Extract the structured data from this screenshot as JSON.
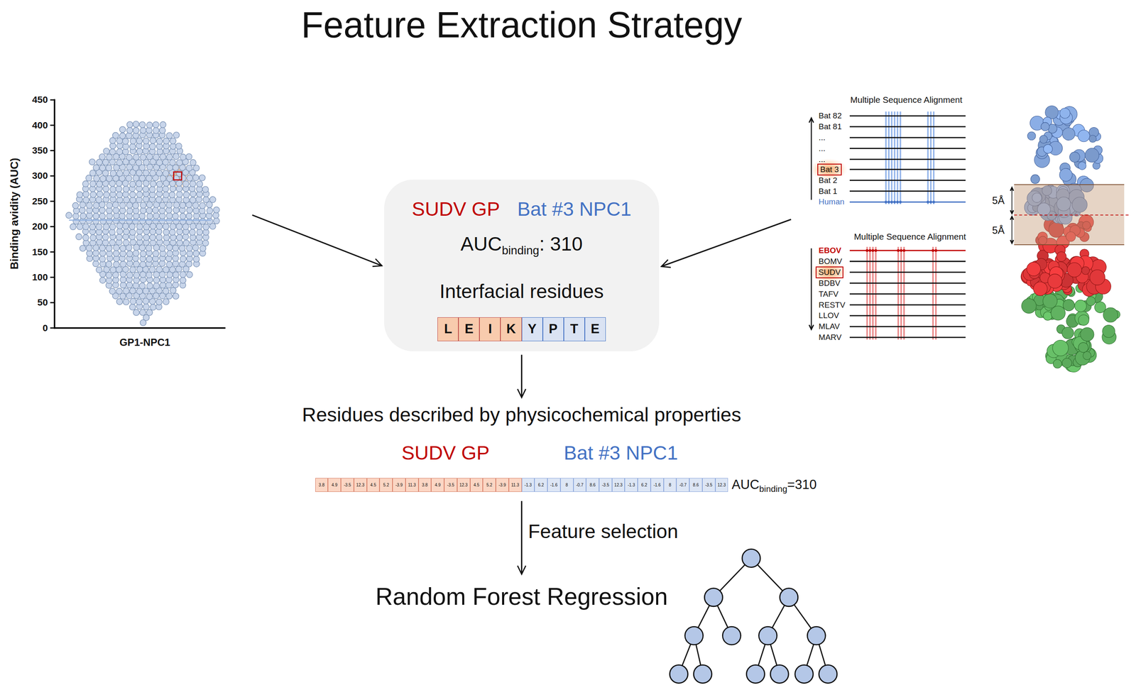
{
  "diagram": {
    "title": "Feature Extraction Strategy",
    "nodes": [
      {
        "text": [
          "SUDV GP",
          "Bat #3 NPC1",
          "AUC",
          "binding",
          ": 310",
          "Interfacial residues"
        ]
      },
      {
        "text": [
          "L"
        ],
        "in": 0
      },
      {
        "text": [
          "E"
        ],
        "in": 0
      },
      {
        "text": [
          "I"
        ],
        "in": 0
      },
      {
        "text": [
          "K"
        ],
        "in": 0
      },
      {
        "text": [
          "Y"
        ],
        "in": 0
      },
      {
        "text": [
          "P"
        ],
        "in": 0
      },
      {
        "text": [
          "T"
        ],
        "in": 0
      },
      {
        "text": [
          "E"
        ],
        "in": 0
      },
      {
        "text": [
          "Bat 3"
        ]
      },
      {
        "text": [
          "SUDV"
        ]
      },
      {
        "text": [
          "3.8"
        ]
      },
      {
        "text": [
          "4.9"
        ]
      },
      {
        "text": [
          "-3.5"
        ]
      },
      {
        "text": [
          "12.3"
        ]
      },
      {
        "text": [
          "4.5"
        ]
      },
      {
        "text": [
          "5.2"
        ]
      },
      {
        "text": [
          "-3.9"
        ]
      },
      {
        "text": [
          "11.3"
        ]
      },
      {
        "text": [
          "3.8"
        ]
      },
      {
        "text": [
          "4.9"
        ]
      },
      {
        "text": [
          "-3.5"
        ]
      },
      {
        "text": [
          "12.3"
        ]
      },
      {
        "text": [
          "4.5"
        ]
      },
      {
        "text": [
          "5.2"
        ]
      },
      {
        "text": [
          "-3.9"
        ]
      },
      {
        "text": [
          "11.3"
        ]
      },
      {
        "text": [
          "-1.3"
        ]
      },
      {
        "text": [
          "6.2"
        ]
      },
      {
        "text": [
          "-1.6"
        ]
      },
      {
        "text": [
          "8"
        ]
      },
      {
        "text": [
          "-0.7"
        ]
      },
      {
        "text": [
          "8.6"
        ]
      },
      {
        "text": [
          "-3.5"
        ]
      },
      {
        "text": [
          "12.3"
        ]
      },
      {
        "text": [
          "-1.3"
        ]
      },
      {
        "text": [
          "6.2"
        ]
      },
      {
        "text": [
          "-1.6"
        ]
      },
      {
        "text": [
          "8"
        ]
      },
      {
        "text": [
          "-0.7"
        ]
      },
      {
        "text": [
          "8.6"
        ]
      },
      {
        "text": [
          "-3.5"
        ]
      },
      {
        "text": [
          "12.3"
        ]
      }
    ],
    "labels": [
      "450",
      "400",
      "350",
      "300",
      "250",
      "200",
      "150",
      "100",
      "50",
      "0",
      "Binding avidity (AUC)",
      "GP1-NPC1",
      "Multiple Sequence Alignment",
      "Bat 82",
      "Bat 81",
      "...",
      "...",
      "...",
      "Bat 2",
      "Bat 1",
      "Human",
      "Multiple Sequence Alignment",
      "EBOV",
      "BOMV",
      "BDBV",
      "TAFV",
      "RESTV",
      "LLOV",
      "MLAV",
      "MARV",
      "5Å",
      "5Å",
      "Residues described by physicochemical properties",
      "SUDV GP",
      "Bat #3 NPC1",
      "AUC",
      "binding",
      "=310",
      "Feature selection",
      "Random Forest Regression"
    ]
  }
}
